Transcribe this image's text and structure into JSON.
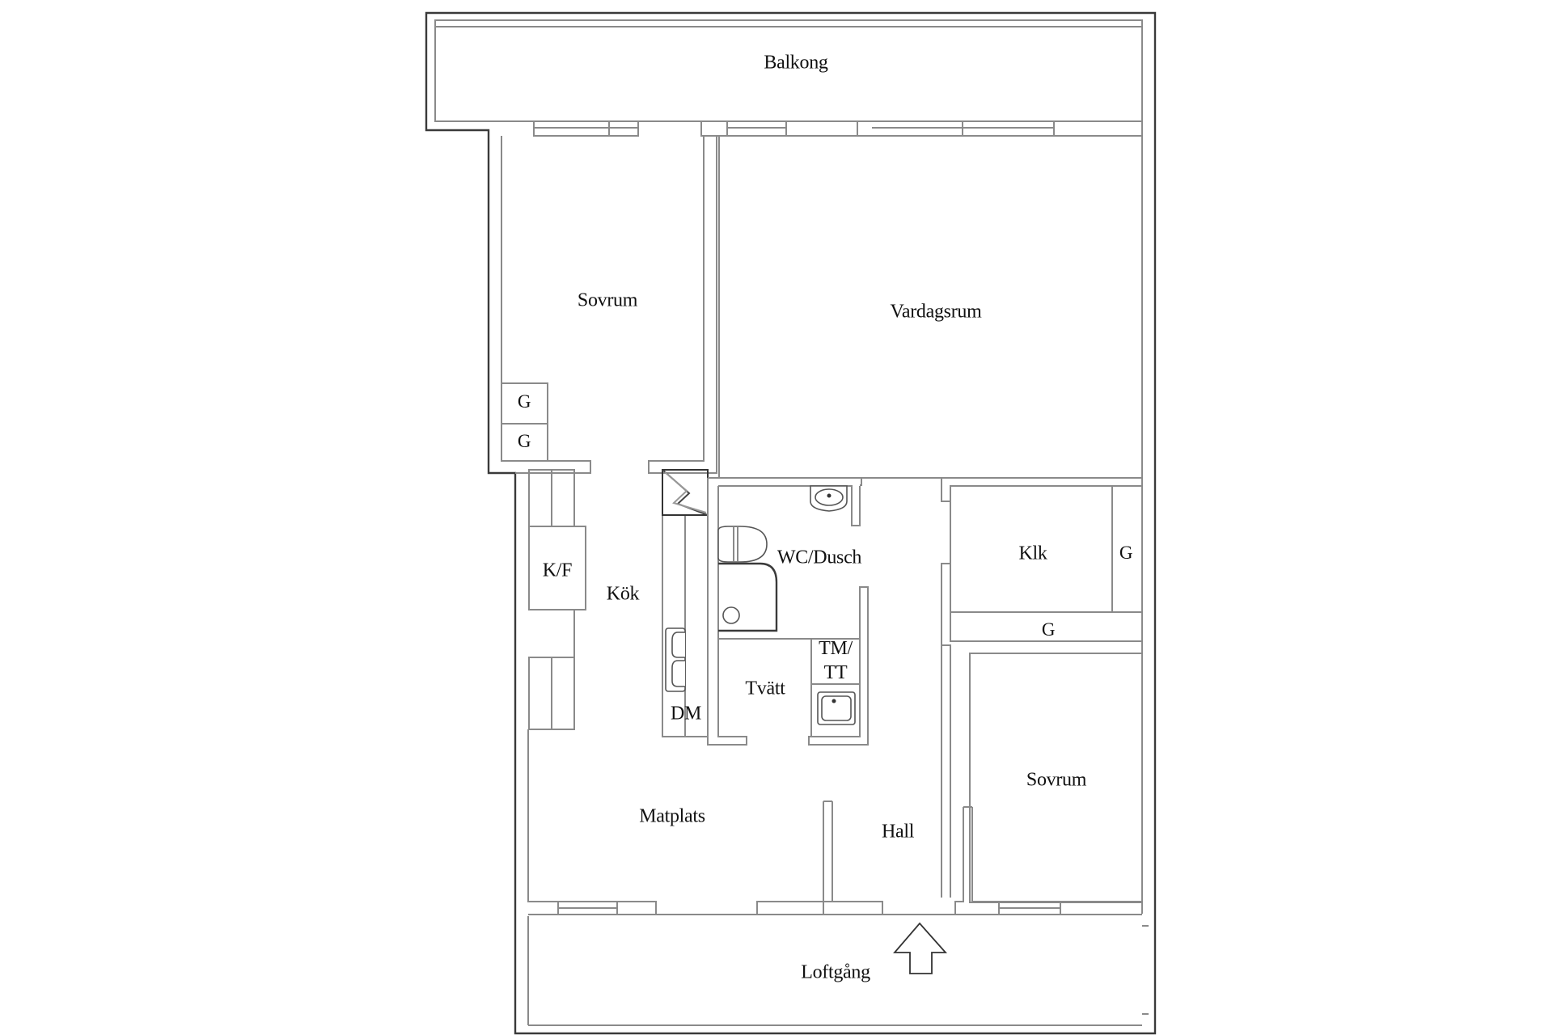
{
  "plan": {
    "rooms": {
      "balcony": "Balkong",
      "bedroom_1": "Sovrum",
      "living_room": "Vardagsrum",
      "kitchen": "Kök",
      "fridge_freezer": "K/F",
      "dishwasher": "DM",
      "bathroom": "WC/Dusch",
      "laundry": "Tvätt",
      "washer_dryer_line1": "TM/",
      "washer_dryer_line2": "TT",
      "walk_in_closet": "Klk",
      "bedroom_2": "Sovrum",
      "dining_area": "Matplats",
      "hall": "Hall",
      "gallery": "Loftgång"
    },
    "wardrobes": {
      "bedroom1_upper": "G",
      "bedroom1_lower": "G",
      "klk_side": "G",
      "klk_bottom": "G"
    },
    "icons": {
      "entrance": "entrance-arrow-icon",
      "toilet": "toilet-icon",
      "sink": "washbasin-icon",
      "shower": "shower-icon",
      "laundry_sink": "utility-sink-icon",
      "kitchen_sink": "kitchen-sink-icon",
      "ventilation": "ventilation-shaft-icon"
    },
    "colors": {
      "wall": "#8a8a8a",
      "outer_wall": "#3a3a3a",
      "text": "#111111",
      "background": "#ffffff"
    }
  }
}
